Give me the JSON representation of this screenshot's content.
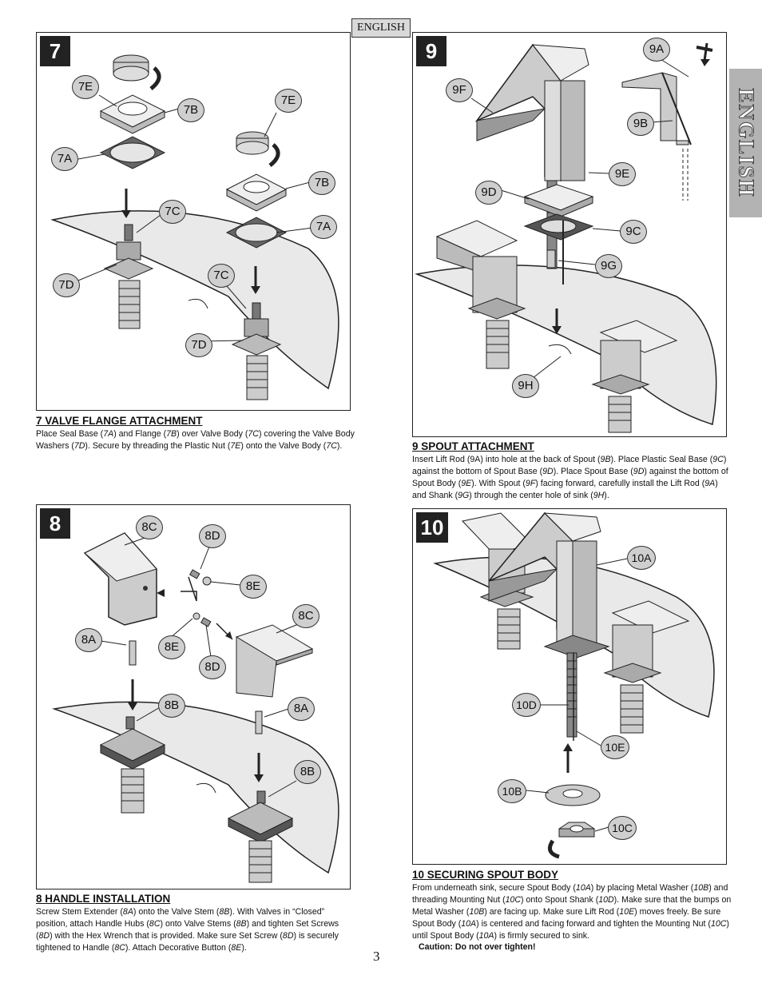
{
  "header": {
    "language_box": "ENGLISH",
    "side_tab": "ENGLISH"
  },
  "steps": {
    "s7": {
      "number": "7",
      "callouts": {
        "a1": "7A",
        "b1": "7B",
        "c1": "7C",
        "d1": "7D",
        "e1": "7E",
        "a2": "7A",
        "b2": "7B",
        "c2": "7C",
        "d2": "7D",
        "e2": "7E"
      },
      "title": "7  VALVE FLANGE ATTACHMENT",
      "body": [
        "Place Seal Base (",
        "7A",
        ") and Flange (",
        "7B",
        ") over Valve Body (",
        "7C",
        ") covering the Valve Body Washers (",
        "7D",
        ").  Secure by threading the Plastic Nut (",
        "7E",
        ") onto the Valve Body (",
        "7C",
        ")."
      ]
    },
    "s8": {
      "number": "8",
      "callouts": {
        "c1": "8C",
        "d1": "8D",
        "e1": "8E",
        "c2": "8C",
        "a1": "8A",
        "e2": "8E",
        "d2": "8D",
        "b1": "8B",
        "a2": "8A",
        "b2": "8B"
      },
      "title": "8  HANDLE INSTALLATION",
      "body": [
        "Screw Stem Extender (",
        "8A",
        ") onto the Valve Stem (",
        "8B",
        ").  With Valves in “Closed” position, attach Handle Hubs (",
        "8C",
        ") onto Valve Stems (",
        "8B",
        ") and tighten Set Screws (",
        "8D",
        ") with the Hex Wrench that is provided.  Make sure Set Screw (",
        "8D",
        ") is securely tightened to Handle (",
        "8C",
        ").  Attach Decorative Button (",
        "8E",
        ")."
      ]
    },
    "s9": {
      "number": "9",
      "callouts": {
        "a": "9A",
        "b": "9B",
        "f": "9F",
        "e": "9E",
        "d": "9D",
        "c": "9C",
        "g": "9G",
        "h": "9H"
      },
      "title": "9  SPOUT ATTACHMENT",
      "body": [
        "Insert Lift Rod (9A) into hole at the back of Spout (",
        "9B",
        ").  Place Plastic Seal Base (",
        "9C",
        ") against the bottom of Spout Base (",
        "9D",
        ").  Place Spout Base (",
        "9D",
        ") against the bottom of Spout Body (",
        "9E",
        ").  With Spout (",
        "9F",
        ") facing forward, carefully install the Lift Rod (",
        "9A",
        ") and Shank (",
        "9G",
        ") through the center hole of sink (",
        "9H",
        ")."
      ]
    },
    "s10": {
      "number": "10",
      "callouts": {
        "a": "10A",
        "d": "10D",
        "e": "10E",
        "b": "10B",
        "c": "10C"
      },
      "title": "10  SECURING SPOUT BODY",
      "body": [
        "From underneath sink, secure Spout Body (",
        "10A",
        ") by placing Metal Washer (",
        "10B",
        ") and threading Mounting Nut (",
        "10C",
        ") onto Spout Shank (",
        "10D",
        ").  Make sure that the bumps on Metal Washer (",
        "10B",
        ") are facing up.  Make sure Lift Rod (",
        "10E",
        ") moves freely.  Be sure Spout Body (",
        "10A",
        ") is centered and facing forward and tighten the Mounting Nut (",
        "10C",
        ") until Spout Body (",
        "10A",
        ") is firmly secured to sink."
      ],
      "caution": "Caution: Do not over tighten!"
    }
  },
  "footer": {
    "page_number": "3"
  }
}
